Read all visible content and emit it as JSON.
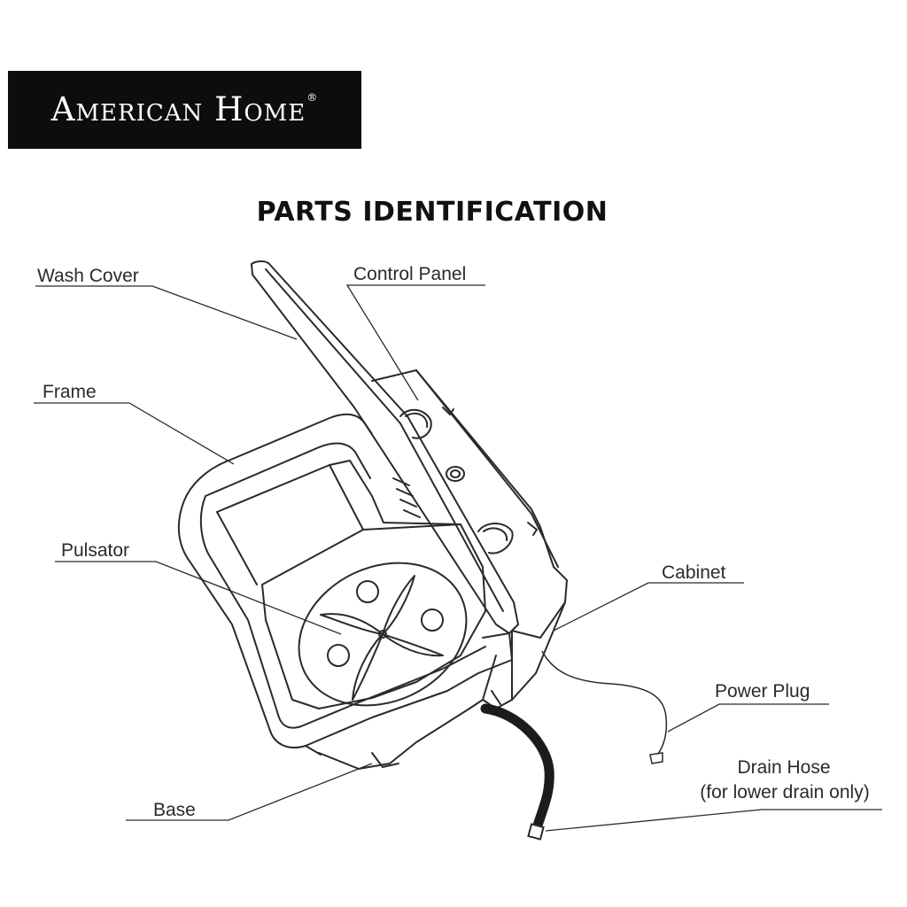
{
  "brand": {
    "name": "American Home",
    "registered_mark": "®"
  },
  "title": "PARTS IDENTIFICATION",
  "parts": {
    "wash_cover": "Wash Cover",
    "control_panel": "Control Panel",
    "frame": "Frame",
    "pulsator": "Pulsator",
    "cabinet": "Cabinet",
    "power_plug": "Power Plug",
    "drain_hose_line1": "Drain Hose",
    "drain_hose_line2": "(for lower drain only)",
    "base": "Base"
  },
  "colors": {
    "line": "#2a2a2a",
    "logo_bg": "#0d0d0d",
    "hose": "#1c1c1c"
  }
}
